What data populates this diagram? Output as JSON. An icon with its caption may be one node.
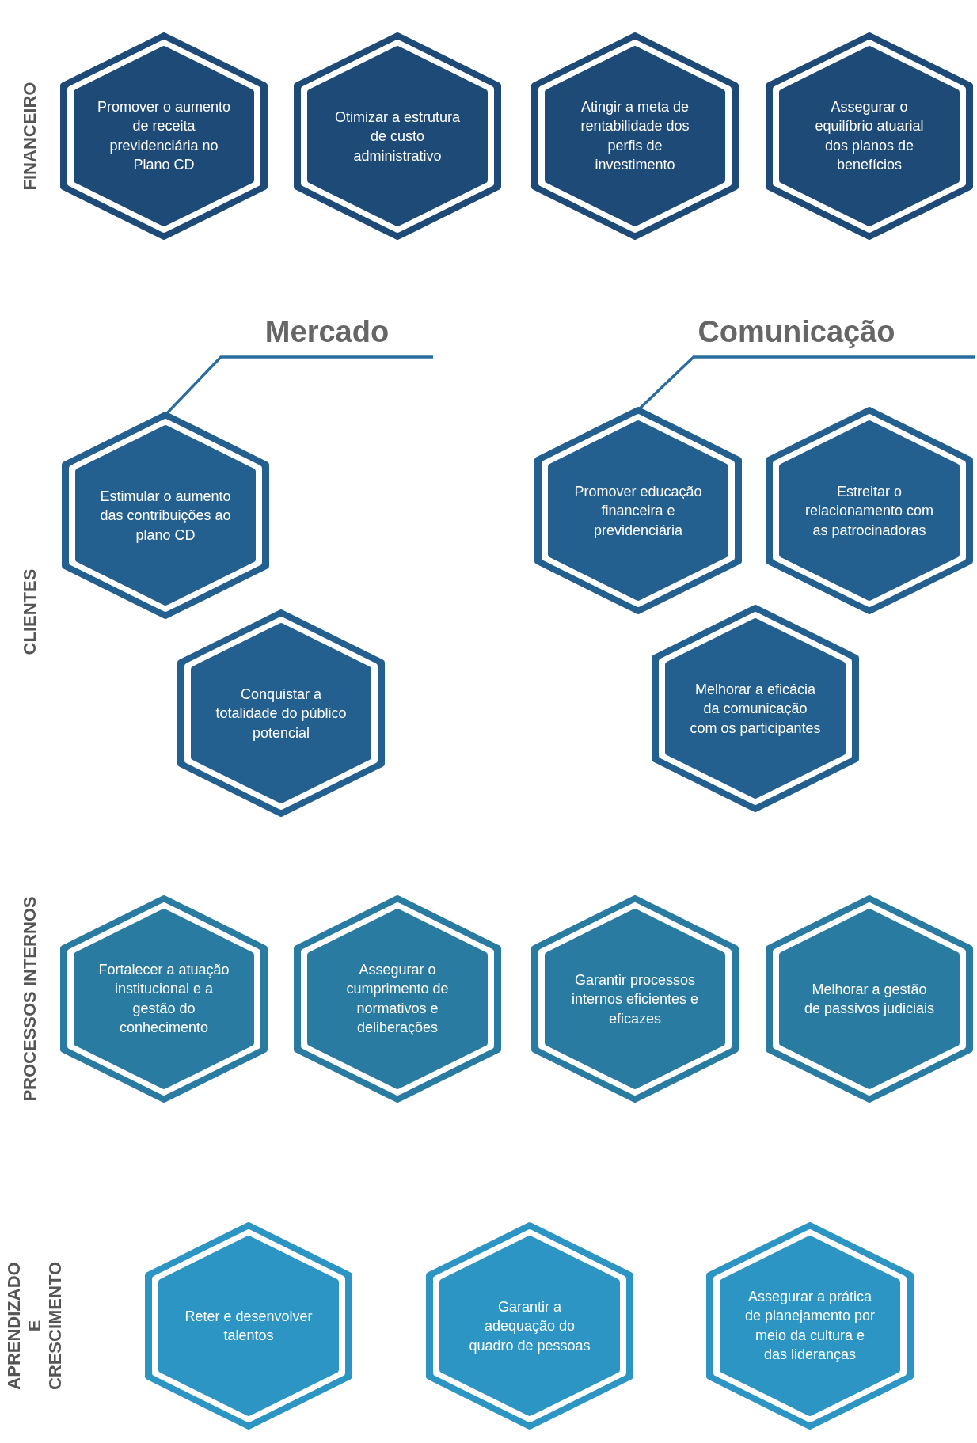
{
  "diagram": {
    "nodes": [
      {
        "text": [
          "Promover o aumento de receita previdenciária no Plano CD"
        ]
      },
      {
        "text": [
          "Otimizar a estrutura de custo administrativo"
        ]
      },
      {
        "text": [
          "Atingir a meta de rentabilidade dos perfis de investimento"
        ]
      },
      {
        "text": [
          "Assegurar o equilíbrio atuarial dos planos de benefícios"
        ]
      },
      {
        "text": [
          "Mercado"
        ]
      },
      {
        "text": [
          "Comunicação"
        ]
      },
      {
        "text": [
          "Estimular o aumento das contribuições ao plano CD"
        ]
      },
      {
        "text": [
          "Promover educação financeira e previdenciária"
        ]
      },
      {
        "text": [
          "Estreitar o relacionamento com as patrocinadoras"
        ]
      },
      {
        "text": [
          "Conquistar a totalidade do público potencial"
        ]
      },
      {
        "text": [
          "Melhorar a eficácia da comunicação com os participantes"
        ]
      },
      {
        "text": [
          "Fortalecer a atuação institucional e a gestão do conhecimento"
        ]
      },
      {
        "text": [
          "Assegurar o cumprimento de normativos e deliberações"
        ]
      },
      {
        "text": [
          "Garantir processos internos eficientes e eficazes"
        ]
      },
      {
        "text": [
          "Melhorar a gestão de passivos judiciais"
        ]
      },
      {
        "text": [
          "Reter e desenvolver talentos"
        ]
      },
      {
        "text": [
          "Garantir a adequação do quadro de pessoas"
        ]
      },
      {
        "text": [
          "Assegurar a prática de planejamento por meio da cultura e das lideranças"
        ]
      }
    ],
    "edges": [
      {
        "from": 4,
        "to": 6,
        "arrow": "none"
      },
      {
        "from": 5,
        "to": 7,
        "arrow": "none"
      }
    ],
    "labels": [
      "FINANCEIRO",
      "CLIENTES",
      "PROCESSOS INTERNOS",
      "APRENDIZADO E CRESCIMENTO"
    ]
  }
}
